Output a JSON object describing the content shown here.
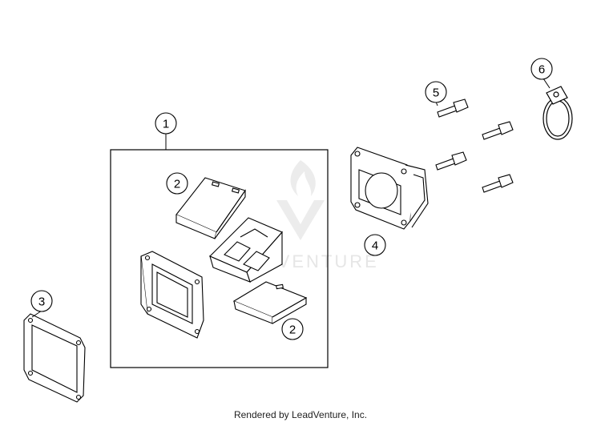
{
  "callouts": [
    {
      "id": "1",
      "label": "1"
    },
    {
      "id": "2a",
      "label": "2"
    },
    {
      "id": "2b",
      "label": "2"
    },
    {
      "id": "3",
      "label": "3"
    },
    {
      "id": "4",
      "label": "4"
    },
    {
      "id": "5",
      "label": "5"
    },
    {
      "id": "6",
      "label": "6"
    }
  ],
  "watermark": {
    "text": "LEADVENTURE",
    "color": "#e6e6e6"
  },
  "footer": {
    "text": "Rendered by LeadVenture, Inc."
  },
  "colors": {
    "line": "#000000",
    "background": "#ffffff",
    "watermark": "#e6e6e6"
  }
}
